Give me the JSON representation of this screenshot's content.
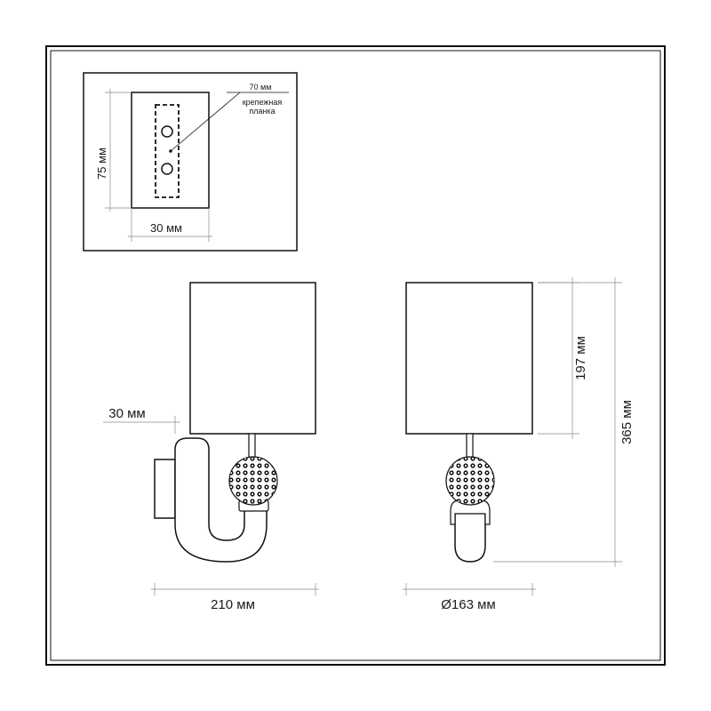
{
  "mount_plate": {
    "width_label": "70 мм",
    "label_line1": "крепежная",
    "label_line2": "планка",
    "height_label": "75 мм",
    "depth_label": "30 мм"
  },
  "side_view": {
    "offset_label": "30 мм",
    "width_label": "210 мм"
  },
  "front_view": {
    "shade_height_label": "197 мм",
    "total_height_label": "365 мм",
    "diameter_label": "Ø163 мм"
  }
}
